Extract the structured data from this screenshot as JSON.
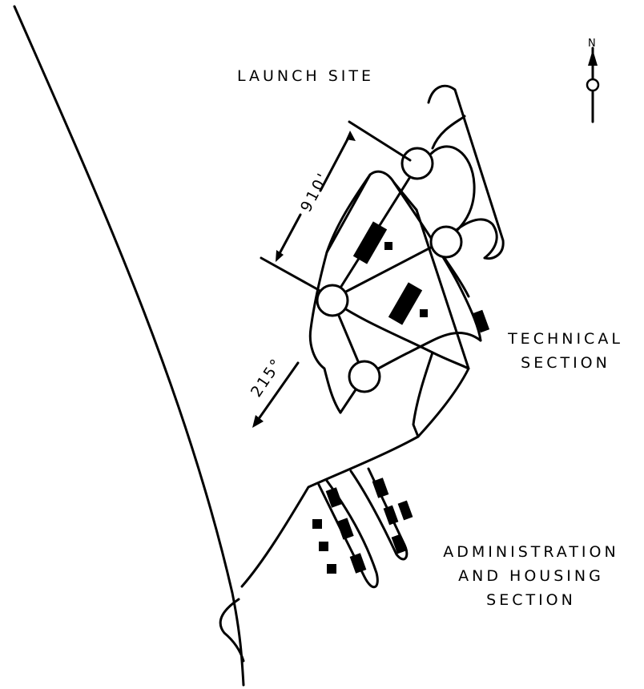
{
  "labels": {
    "launch_site": "LAUNCH SITE",
    "technical_section": [
      "TECHNICAL",
      "SECTION"
    ],
    "admin_housing_section": [
      "ADMINISTRATION",
      "AND HOUSING",
      "SECTION"
    ]
  },
  "dimensions": {
    "distance": "910'",
    "bearing": "215°"
  },
  "north_arrow": {
    "letter": "N",
    "icon": "north-arrow-icon"
  },
  "colors": {
    "ink": "#000000",
    "paper": "#ffffff"
  }
}
